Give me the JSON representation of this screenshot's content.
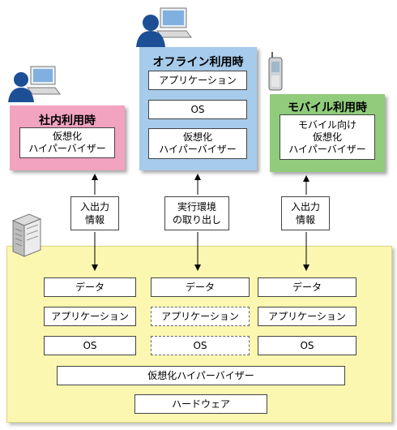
{
  "clients": {
    "office": {
      "title": "社内利用時",
      "layers": [
        "仮想化\nハイパーバイザー"
      ],
      "transfer": "入出力\n情報"
    },
    "offline": {
      "title": "オフライン利用時",
      "layers": [
        "アプリケーション",
        "OS",
        "仮想化\nハイパーバイザー"
      ],
      "transfer": "実行環境\nの取り出し"
    },
    "mobile": {
      "title": "モバイル利用時",
      "layers": [
        "モバイル向け\n仮想化\nハイパーバイザー"
      ],
      "transfer": "入出力\n情報"
    }
  },
  "server": {
    "columns": [
      {
        "data": "データ",
        "app": "アプリケーション",
        "os": "OS"
      },
      {
        "data": "データ",
        "app": "アプリケーション",
        "os": "OS"
      },
      {
        "data": "データ",
        "app": "アプリケーション",
        "os": "OS"
      }
    ],
    "hypervisor": "仮想化ハイパーバイザー",
    "hardware": "ハードウェア"
  },
  "colors": {
    "office_panel": "#f1a3c0",
    "offline_panel": "#a7cbea",
    "mobile_panel": "#90cc7b",
    "server_area": "#fbf7b0"
  },
  "icons": [
    "user-pc-icon",
    "user-pc-icon",
    "mobile-phone-icon",
    "server-rack-icon"
  ]
}
